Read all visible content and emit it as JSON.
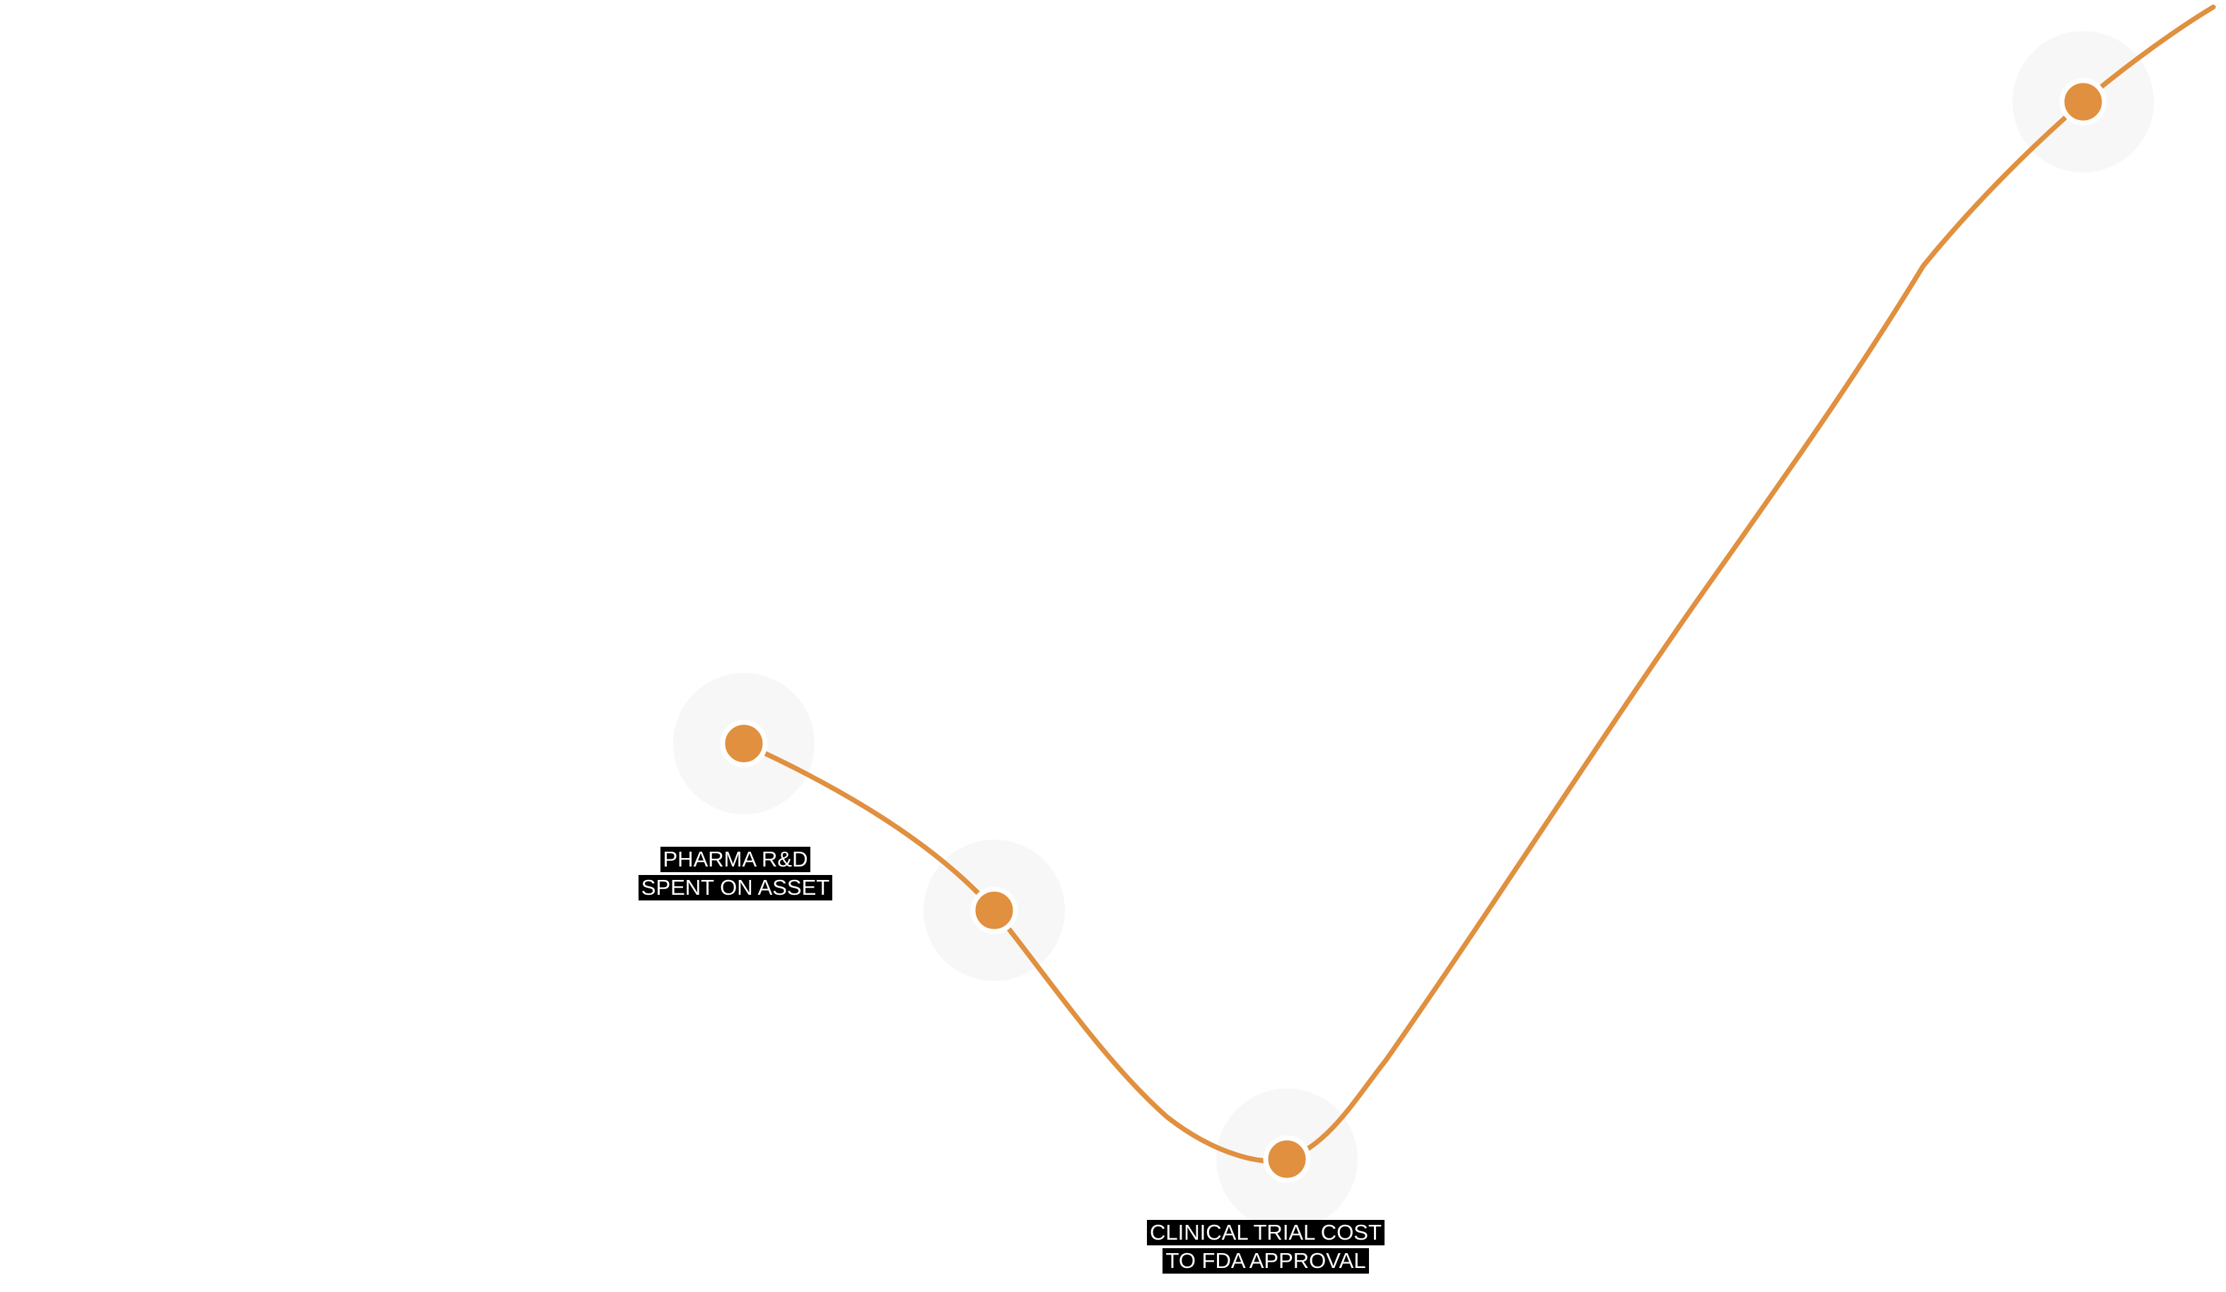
{
  "colors": {
    "line": "#e0903f",
    "node_fill": "#e0903f",
    "node_halo": "#f7f7f7",
    "node_ring": "#ffffff",
    "label_bg": "#000000",
    "label_text": "#ffffff"
  },
  "labels": {
    "rd_spend": {
      "line1": "PHARMA R&D",
      "line2": "SPENT ON ASSET"
    },
    "clinical_cost": {
      "line1": "CLINICAL TRIAL COST",
      "line2": "TO FDA APPROVAL"
    }
  }
}
